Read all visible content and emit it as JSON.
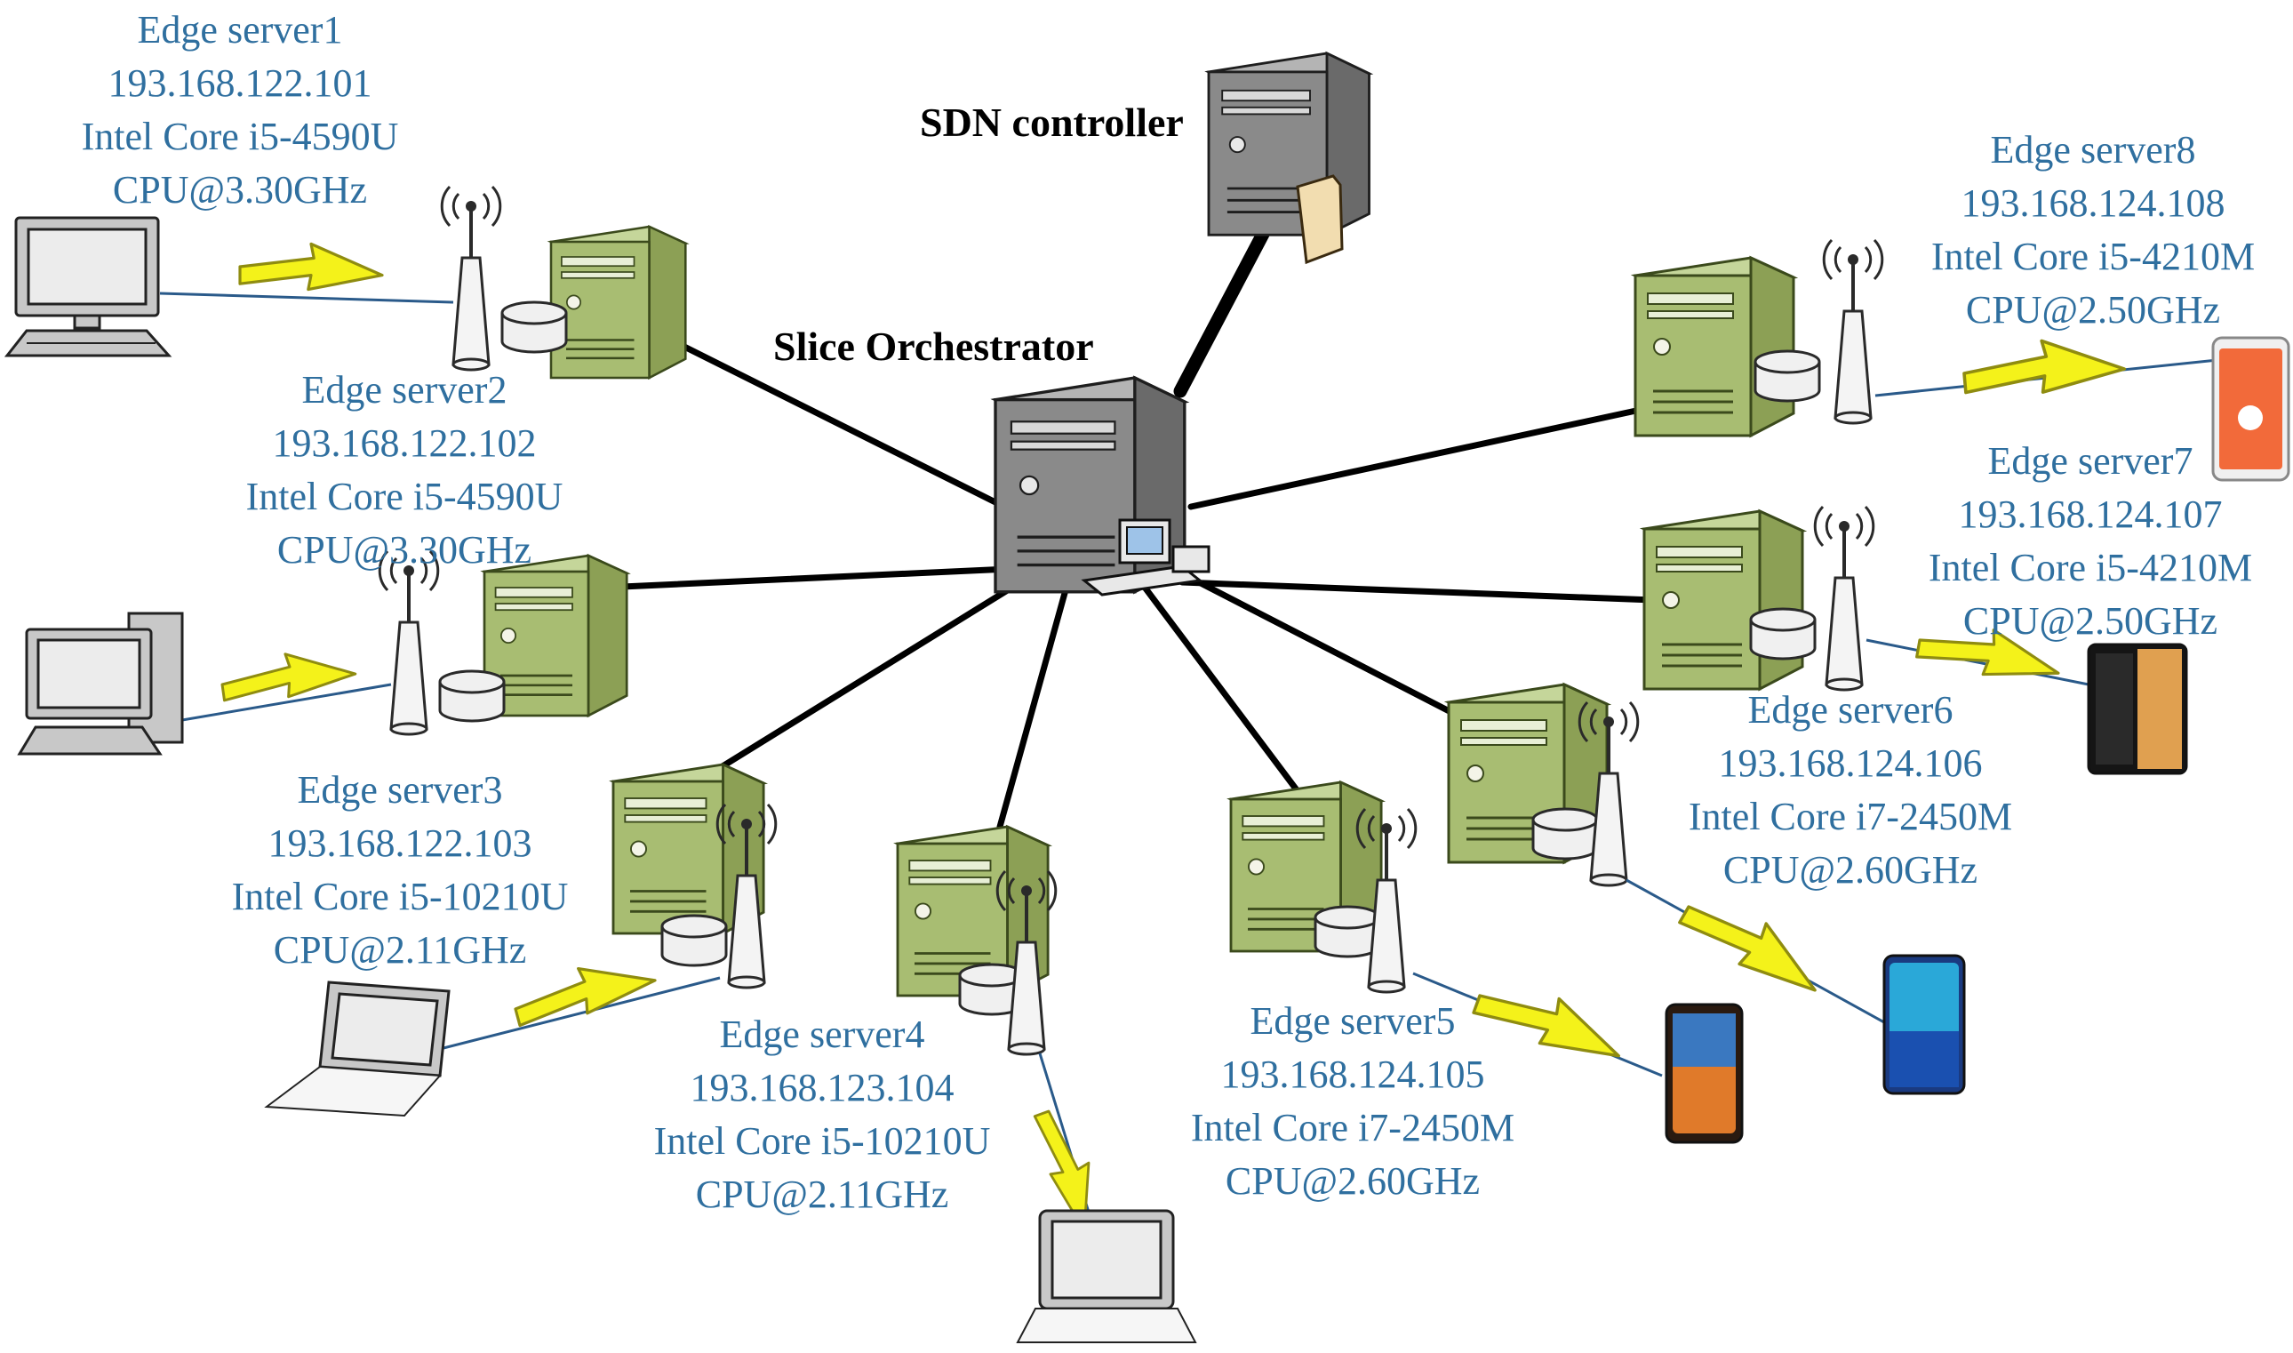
{
  "controller_label": "SDN controller",
  "orchestrator_label": "Slice Orchestrator",
  "servers": [
    {
      "name": "Edge server1",
      "ip": "193.168.122.101",
      "cpu": "Intel Core i5-4590U",
      "freq": "CPU@3.30GHz"
    },
    {
      "name": "Edge server2",
      "ip": "193.168.122.102",
      "cpu": "Intel Core i5-4590U",
      "freq": "CPU@3.30GHz"
    },
    {
      "name": "Edge server3",
      "ip": "193.168.122.103",
      "cpu": "Intel Core i5-10210U",
      "freq": "CPU@2.11GHz"
    },
    {
      "name": "Edge server4",
      "ip": "193.168.123.104",
      "cpu": "Intel Core i5-10210U",
      "freq": "CPU@2.11GHz"
    },
    {
      "name": "Edge server5",
      "ip": "193.168.124.105",
      "cpu": "Intel Core i7-2450M",
      "freq": "CPU@2.60GHz"
    },
    {
      "name": "Edge server6",
      "ip": "193.168.124.106",
      "cpu": "Intel Core i7-2450M",
      "freq": "CPU@2.60GHz"
    },
    {
      "name": "Edge server7",
      "ip": "193.168.124.107",
      "cpu": "Intel Core i5-4210M",
      "freq": "CPU@2.50GHz"
    },
    {
      "name": "Edge server8",
      "ip": "193.168.124.108",
      "cpu": "Intel Core i5-4210M",
      "freq": "CPU@2.50GHz"
    }
  ],
  "icons": {
    "controller": "server-with-folder-icon",
    "orchestrator": "server-with-workstation-icon",
    "edge_server": "edge-server-icon",
    "base_station": "antenna-icon",
    "link": "wireless-bolt-icon"
  },
  "colors": {
    "label_text": "#2f6f9f",
    "edge_server": "#a8bd72",
    "wireless_link": "#f4f21a"
  }
}
